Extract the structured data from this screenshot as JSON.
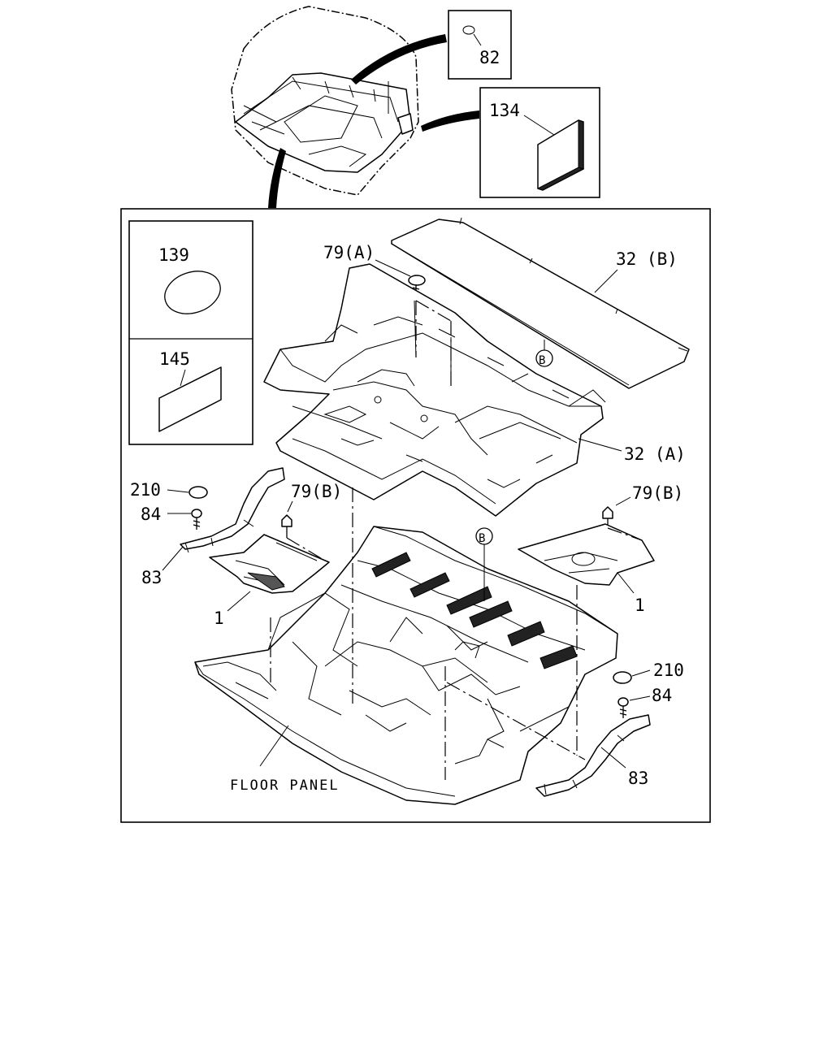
{
  "diagram": {
    "callouts": {
      "c82": "82",
      "c134": "134",
      "c139": "139",
      "c145": "145",
      "c79a": "79(A)",
      "c32b": "32 (B)",
      "c32a": "32 (A)",
      "cB_top": "B",
      "cB_mid": "B",
      "c210_left": "210",
      "c84_left": "84",
      "c83_left": "83",
      "c79b_left": "79(B)",
      "c1_left": "1",
      "c79b_right": "79(B)",
      "c1_right": "1",
      "c210_right": "210",
      "c84_right": "84",
      "c83_right": "83"
    },
    "labels": {
      "floor_panel": "FLOOR PANEL"
    }
  }
}
